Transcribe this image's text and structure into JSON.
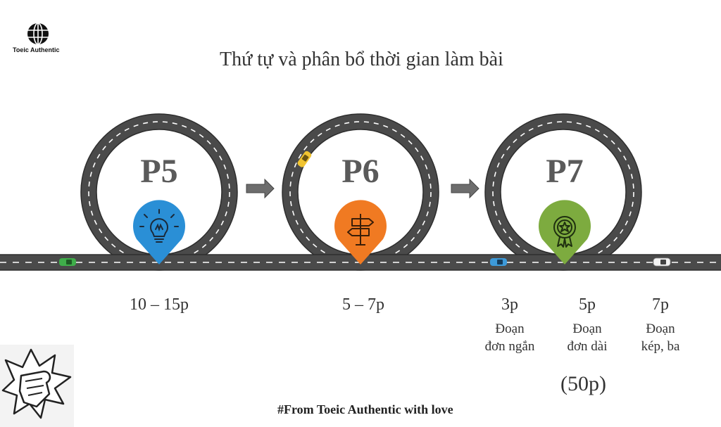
{
  "brand": {
    "name": "Toeic Authentic"
  },
  "title": "Thứ tự và phân bổ thời gian làm bài",
  "parts": [
    {
      "label": "P5",
      "time": "10 – 15p",
      "icon": "lightbulb-icon",
      "color": "#2a8fd6"
    },
    {
      "label": "P6",
      "time": "5 – 7p",
      "icon": "signpost-icon",
      "color": "#f07a22"
    },
    {
      "label": "P7",
      "icon": "award-badge-icon",
      "color": "#7dab3f"
    }
  ],
  "p7_breakdown": [
    {
      "time": "3p",
      "line1": "Đoạn",
      "line2": "đơn ngắn"
    },
    {
      "time": "5p",
      "line1": "Đoạn",
      "line2": "đơn dài"
    },
    {
      "time": "7p",
      "line1": "Đoạn",
      "line2": "kép, ba"
    }
  ],
  "p7_total": "(50p)",
  "footer": "#From Toeic Authentic with love",
  "road_color": "#4a4a4a"
}
